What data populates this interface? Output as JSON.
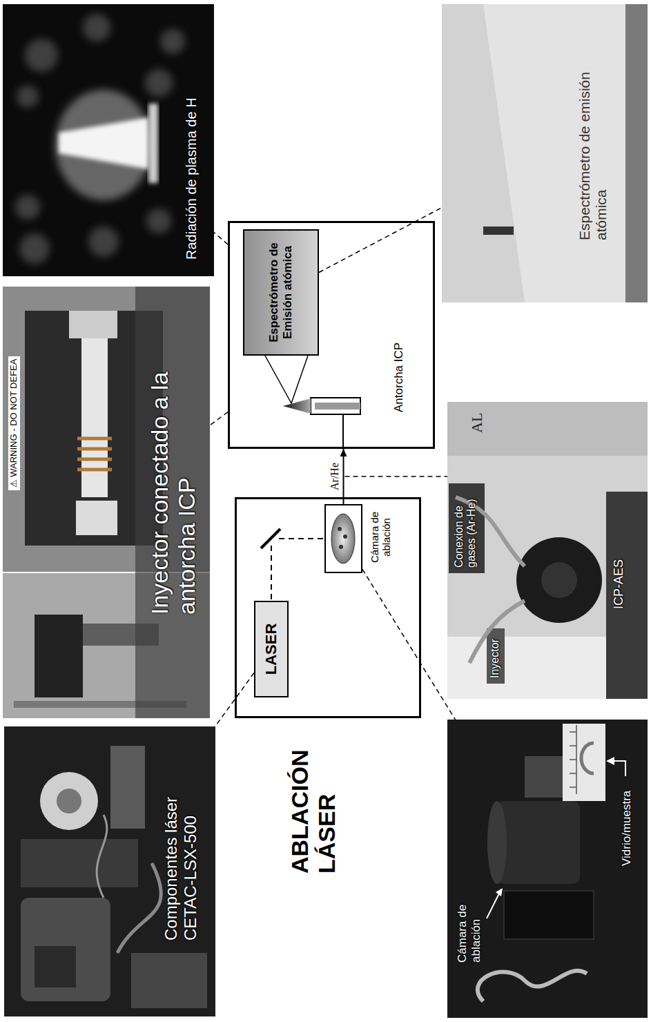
{
  "diagram": {
    "nodes": [
      {
        "text": [
          "Componentes láser CETAC-LSX-500"
        ]
      },
      {
        "text": [
          "Inyector conectado a la antorcha ICP",
          "⚠ WARNING - DO NOT DEFEA"
        ]
      },
      {
        "text": [
          "Radiación de plasma de H"
        ]
      },
      {
        "text": [
          "ABLACIÓN LÁSER"
        ]
      },
      {
        "text": [
          "LASER"
        ],
        "in": 3
      },
      {
        "text": [
          "Cámara de ablación"
        ],
        "in": 3
      },
      {
        "text": [
          "Antorcha ICP"
        ]
      },
      {
        "text": [
          "Espectrómetro de Emisión atómica"
        ],
        "in": 6
      },
      {
        "text": [
          "Cámara de ablación",
          "Vidrio/muestra"
        ]
      },
      {
        "text": [
          "Conexion de gases (Ar-He)",
          "Inyector",
          "ICP-AES",
          "AL"
        ]
      },
      {
        "text": [
          "Espectrómetro de emisión atómica"
        ]
      }
    ],
    "edges": [
      {
        "from": 5,
        "to": 6,
        "arrow": "to",
        "label": "Ar/He"
      },
      {
        "from": 4,
        "to": 0,
        "arrow": "none"
      },
      {
        "from": 5,
        "to": 8,
        "arrow": "none"
      },
      {
        "from": 6,
        "to": 1,
        "arrow": "none"
      },
      {
        "from": 6,
        "to": 2,
        "arrow": "none"
      },
      {
        "from": 7,
        "to": 10,
        "arrow": "none"
      }
    ]
  }
}
